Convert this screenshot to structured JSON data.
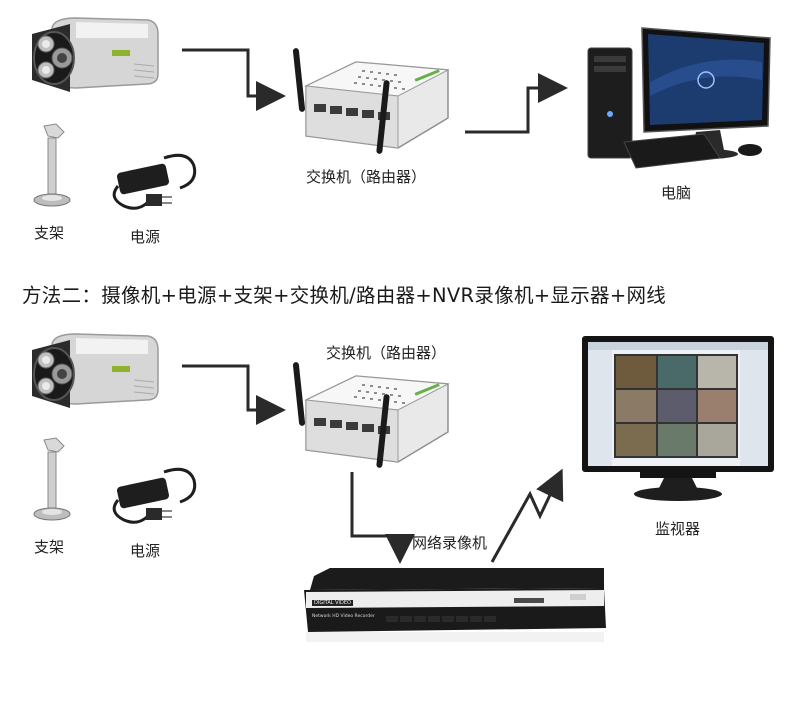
{
  "top": {
    "label_router": "交换机（路由器）",
    "label_pc": "电脑",
    "label_bracket": "支架",
    "label_power": "电源"
  },
  "method2": {
    "title": "方法二：摄像机+电源+支架+交换机/路由器+NVR录像机+显示器+网线"
  },
  "bottom": {
    "label_router": "交换机（路由器）",
    "label_monitor": "监视器",
    "label_bracket": "支架",
    "label_power": "电源",
    "label_nvr": "网络录像机",
    "nvr_brand": "DIGITAL VIDEO",
    "nvr_model": "Network HD Video Recorder"
  },
  "colors": {
    "arrow": "#2a2a2a",
    "device_dark": "#1b1b1b",
    "router_body": "#e9e9e9"
  }
}
